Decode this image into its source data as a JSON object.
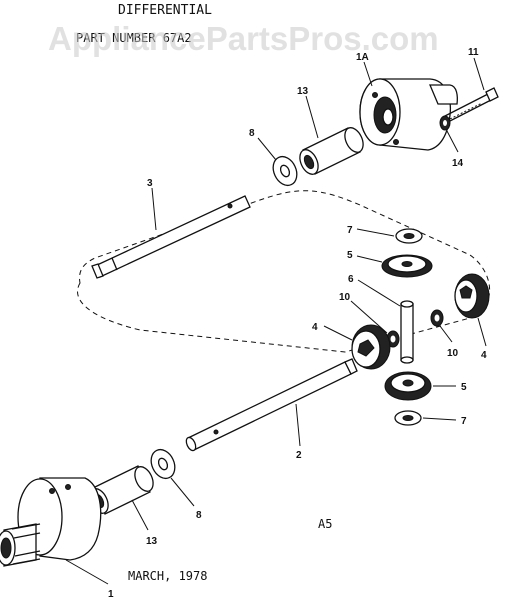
{
  "title": "DIFFERENTIAL",
  "part_number": "PART NUMBER 67A2",
  "watermark": "AppliancePartsPros.com",
  "date": "MARCH, 1978",
  "page_code": "A5",
  "callouts": {
    "c1": "1",
    "c1a": "1A",
    "c2": "2",
    "c3": "3",
    "c4a": "4",
    "c4b": "4",
    "c5a": "5",
    "c5b": "5",
    "c6": "6",
    "c7a": "7",
    "c7b": "7",
    "c8a": "8",
    "c8b": "8",
    "c10a": "10",
    "c10b": "10",
    "c11": "11",
    "c13a": "13",
    "c13b": "13",
    "c14": "14"
  }
}
